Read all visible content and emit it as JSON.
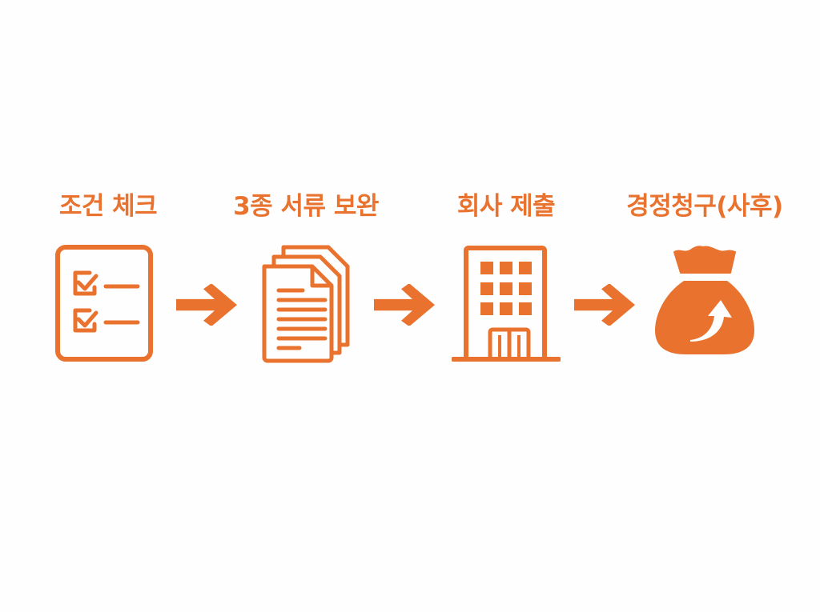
{
  "diagram": {
    "accent_color": "#e8722e",
    "background_color": "#fefefe",
    "steps": [
      {
        "label": "조건 체크",
        "icon": "checklist-icon"
      },
      {
        "label": "3종 서류 보완",
        "icon": "documents-stack-icon"
      },
      {
        "label": "회사 제출",
        "icon": "office-building-icon"
      },
      {
        "label": "경정청구(사후)",
        "icon": "money-bag-up-arrow-icon"
      }
    ],
    "connectors": [
      {
        "icon": "arrow-right-icon"
      },
      {
        "icon": "arrow-right-icon"
      },
      {
        "icon": "arrow-right-icon"
      }
    ]
  }
}
